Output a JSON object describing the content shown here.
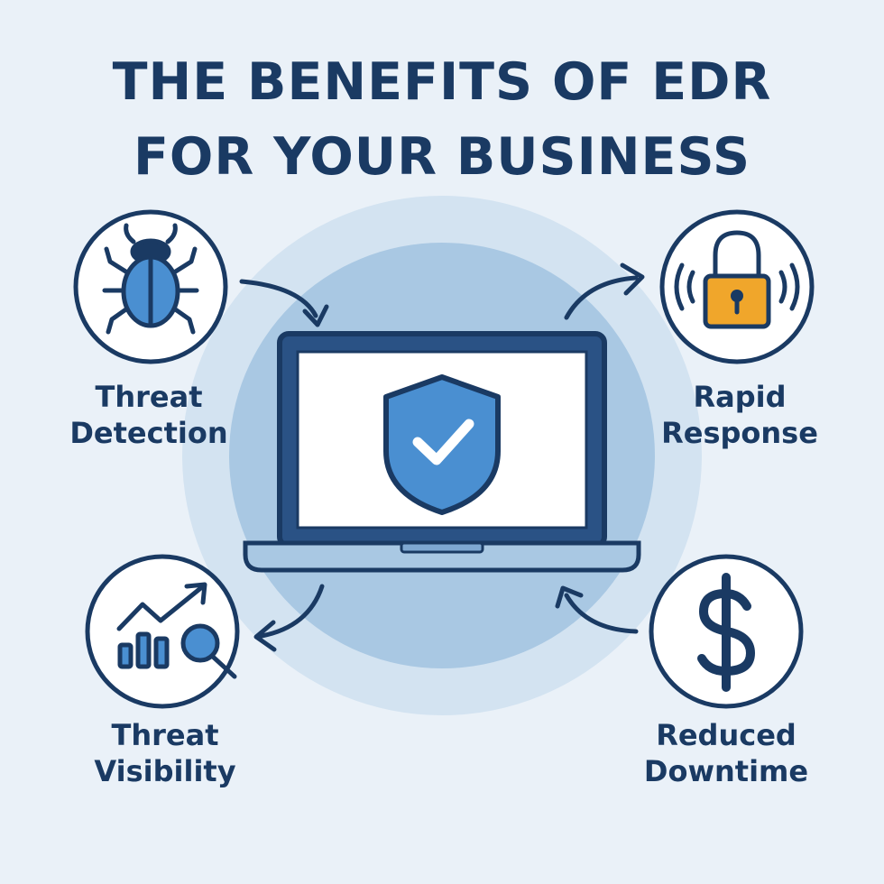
{
  "title": {
    "line1": "THE BENEFITS OF EDR",
    "line2": "FOR YOUR BUSINESS"
  },
  "colors": {
    "background": "#eaf1f8",
    "navy": "#1a3a63",
    "accent_blue": "#4a8fd1",
    "light_blue": "#a9c8e3",
    "lock_orange": "#f0a62b",
    "white": "#ffffff"
  },
  "center": {
    "icon": "laptop-shield-check-icon"
  },
  "benefits": [
    {
      "icon": "bug-icon",
      "line1": "Threat",
      "line2": "Detection"
    },
    {
      "icon": "padlock-icon",
      "line1": "Rapid",
      "line2": "Response"
    },
    {
      "icon": "chart-magnifier-icon",
      "line1": "Threat",
      "line2": "Visibility"
    },
    {
      "icon": "dollar-icon",
      "line1": "Reduced",
      "line2": "Downtime"
    }
  ]
}
